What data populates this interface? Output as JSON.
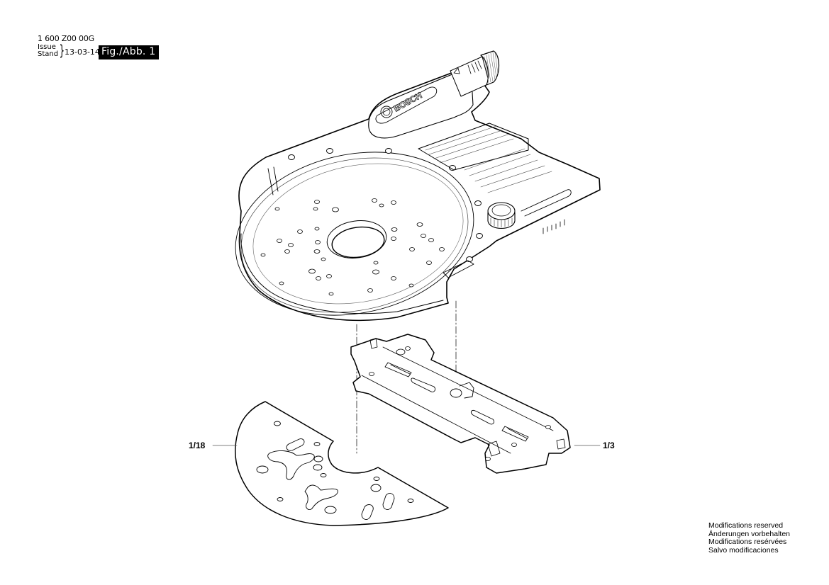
{
  "header": {
    "part_number": "1 600 Z00 00G",
    "issue_label_1": "Issue",
    "issue_label_2": "Stand",
    "brace": "}",
    "date": "13-03-14",
    "figure_label": "Fig./Abb. 1"
  },
  "drawing": {
    "brand_logo_text": "BOSCH",
    "parts": [
      {
        "id": "base-plate",
        "description": "Router base plate with fine-adjust knob and clamping knob"
      },
      {
        "id": "guide-rail-adapter",
        "callout": "1/3"
      },
      {
        "id": "sole-plate-segment",
        "callout": "1/18"
      }
    ],
    "colors": {
      "line": "#000000",
      "background": "#ffffff",
      "badge_bg": "#000000",
      "badge_text": "#ffffff"
    }
  },
  "callouts": {
    "left": "1/18",
    "right": "1/3"
  },
  "footer_notes": [
    "Modifications reserved",
    "Änderungen vorbehalten",
    "Modifications resérvées",
    "Salvo modificaciones"
  ]
}
